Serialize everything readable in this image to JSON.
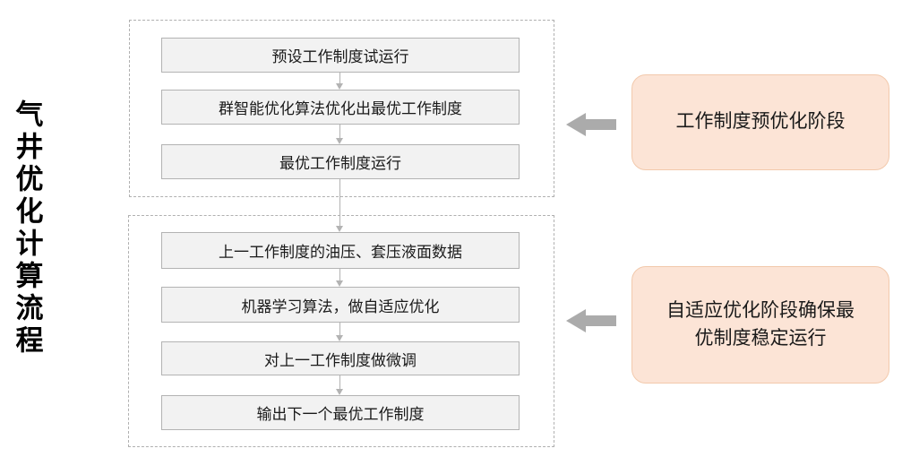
{
  "title": "气井优化计算流程",
  "stage1": {
    "steps": [
      "预设工作制度试运行",
      "群智能优化算法优化出最优工作制度",
      "最优工作制度运行"
    ],
    "callout": "工作制度预优化阶段"
  },
  "stage2": {
    "steps": [
      "上一工作制度的油压、套压液面数据",
      "机器学习算法，做自适应优化",
      "对上一工作制度做微调",
      "输出下一个最优工作制度"
    ],
    "callout": "自适应优化阶段确保最优制度稳定运行"
  },
  "colors": {
    "box_fill": "#f2f2f2",
    "box_border": "#b3b3b3",
    "frame_dash": "#b0b0b0",
    "connector_gray": "#b3b3b3",
    "block_arrow_gray": "#ababab",
    "callout_fill": "#fce4d6",
    "callout_border": "#f2c9ac",
    "text": "#1a1a1a",
    "background": "#ffffff"
  }
}
